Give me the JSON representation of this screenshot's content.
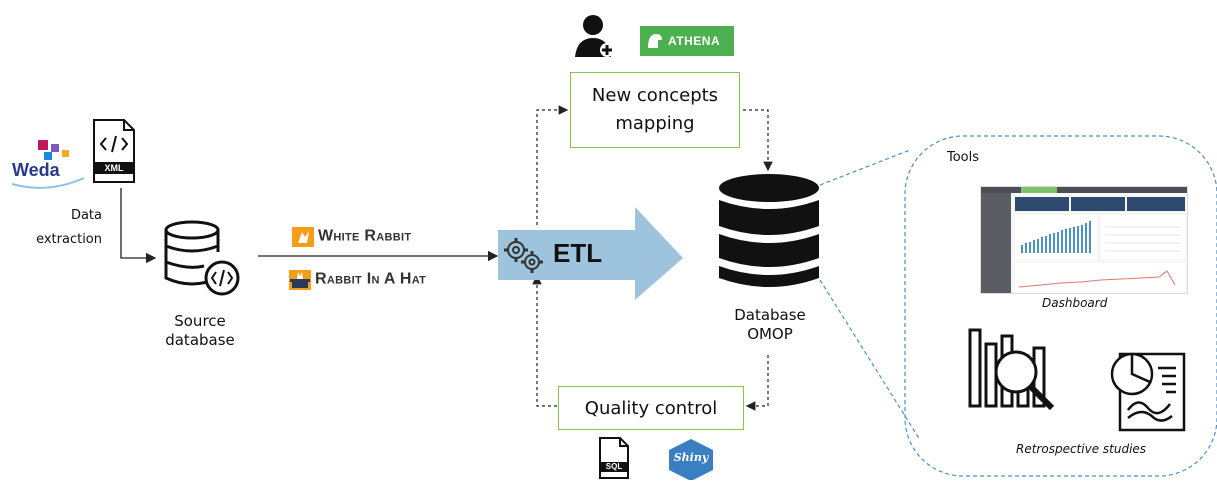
{
  "weda_label": "Weda",
  "xml_label": "XML",
  "data_extraction": [
    "Data",
    "extraction"
  ],
  "source_database": [
    "Source",
    "database"
  ],
  "white_rabbit": "White Rabbit",
  "rabbit_in_a_hat": "Rabbit In A Hat",
  "etl_label": "ETL",
  "athena_label": "ATHENA",
  "new_concepts_mapping": [
    "New concepts",
    "mapping"
  ],
  "database_omop": [
    "Database",
    "OMOP"
  ],
  "quality_control": "Quality control",
  "sql_label": "SQL",
  "shiny_label": "Shiny",
  "tools_title": "Tools",
  "dashboard_label": "Dashboard",
  "retrospective_studies": "Retrospective studies",
  "colors": {
    "box_border": "#8bc34a",
    "etl_arrow": "#9ec3dc",
    "athena_green": "#4caf50",
    "dashed_line": "#4a90c9",
    "shiny_blue": "#3a7fc1"
  }
}
